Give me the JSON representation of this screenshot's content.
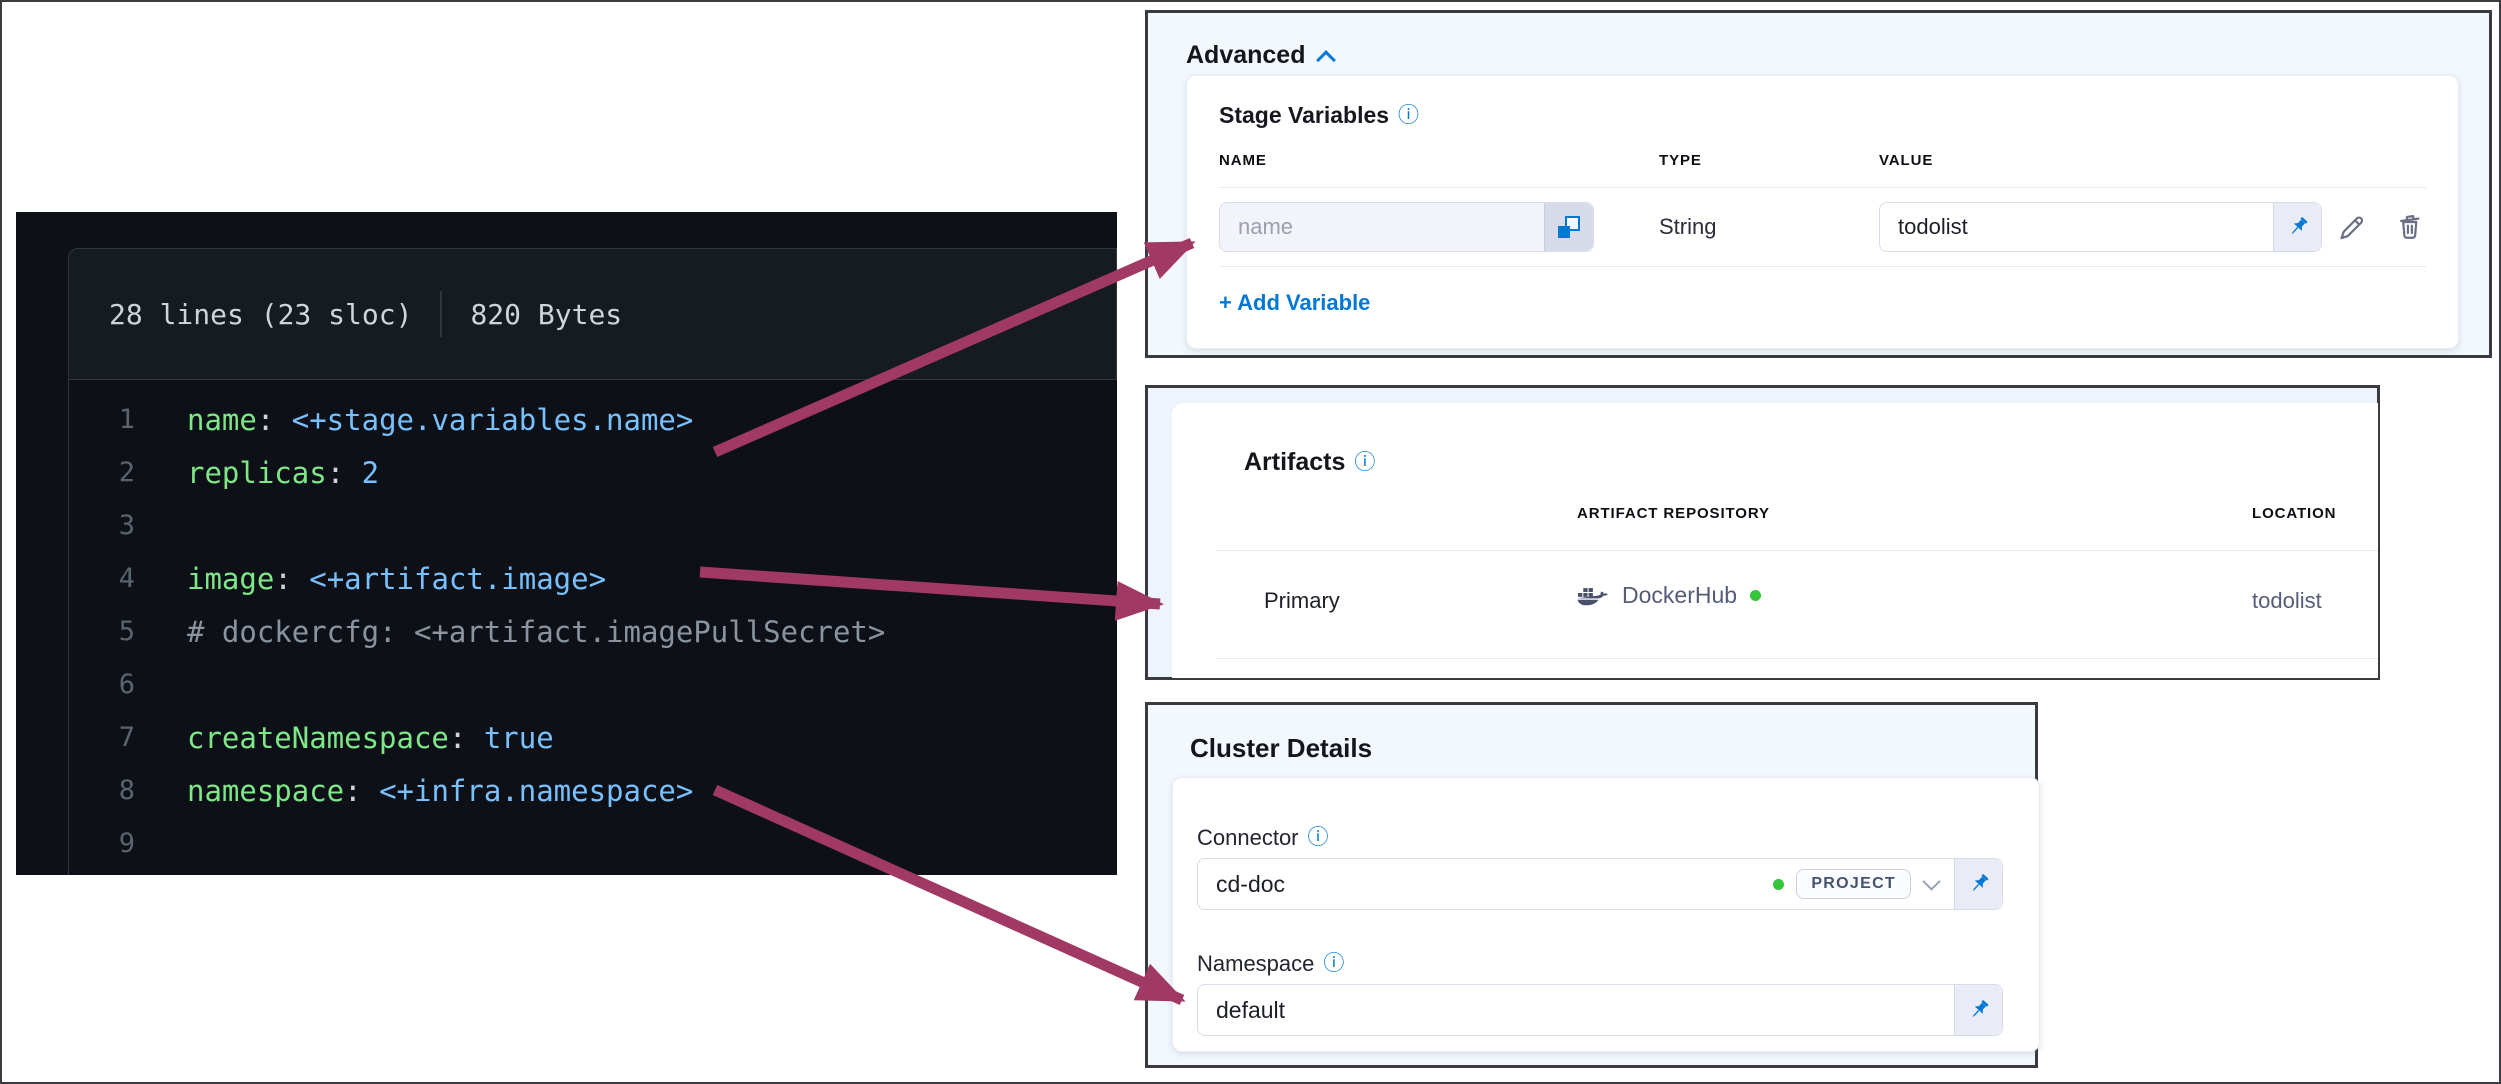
{
  "code_viewer": {
    "stats": {
      "lines": "28 lines (23 sloc)",
      "size": "820 Bytes"
    },
    "lines": [
      {
        "num": "1",
        "key": "name",
        "sep": ": ",
        "value": "<+stage.variables.name>"
      },
      {
        "num": "2",
        "key": "replicas",
        "sep": ": ",
        "value": "2"
      },
      {
        "num": "3"
      },
      {
        "num": "4",
        "key": "image",
        "sep": ": ",
        "value": "<+artifact.image>"
      },
      {
        "num": "5",
        "comment": "# dockercfg: <+artifact.imagePullSecret>"
      },
      {
        "num": "6"
      },
      {
        "num": "7",
        "key": "createNamespace",
        "sep": ": ",
        "value": "true"
      },
      {
        "num": "8",
        "key": "namespace",
        "sep": ": ",
        "value": "<+infra.namespace>"
      },
      {
        "num": "9"
      }
    ]
  },
  "advanced": {
    "title": "Advanced",
    "section_title": "Stage Variables",
    "columns": [
      "NAME",
      "TYPE",
      "VALUE"
    ],
    "row": {
      "name_placeholder": "name",
      "type": "String",
      "value": "todolist"
    },
    "add_variable_label": "+ Add Variable"
  },
  "artifacts": {
    "title": "Artifacts",
    "columns": [
      "ARTIFACT REPOSITORY",
      "LOCATION"
    ],
    "row": {
      "label": "Primary",
      "repository": "DockerHub",
      "location": "todolist"
    }
  },
  "cluster_details": {
    "title": "Cluster Details",
    "connector": {
      "label": "Connector",
      "value": "cd-doc",
      "scope_badge": "PROJECT"
    },
    "namespace": {
      "label": "Namespace",
      "value": "default"
    }
  },
  "glyphs": {
    "info": "ⓘ"
  },
  "colors": {
    "accent": "#0278d5",
    "arrow": "#a03a64",
    "status_green": "#35c43a",
    "code_key_green": "#7ee787",
    "code_value_blue": "#79c0ff",
    "code_comment_gray": "#8b949e",
    "code_background": "#0d1117"
  }
}
